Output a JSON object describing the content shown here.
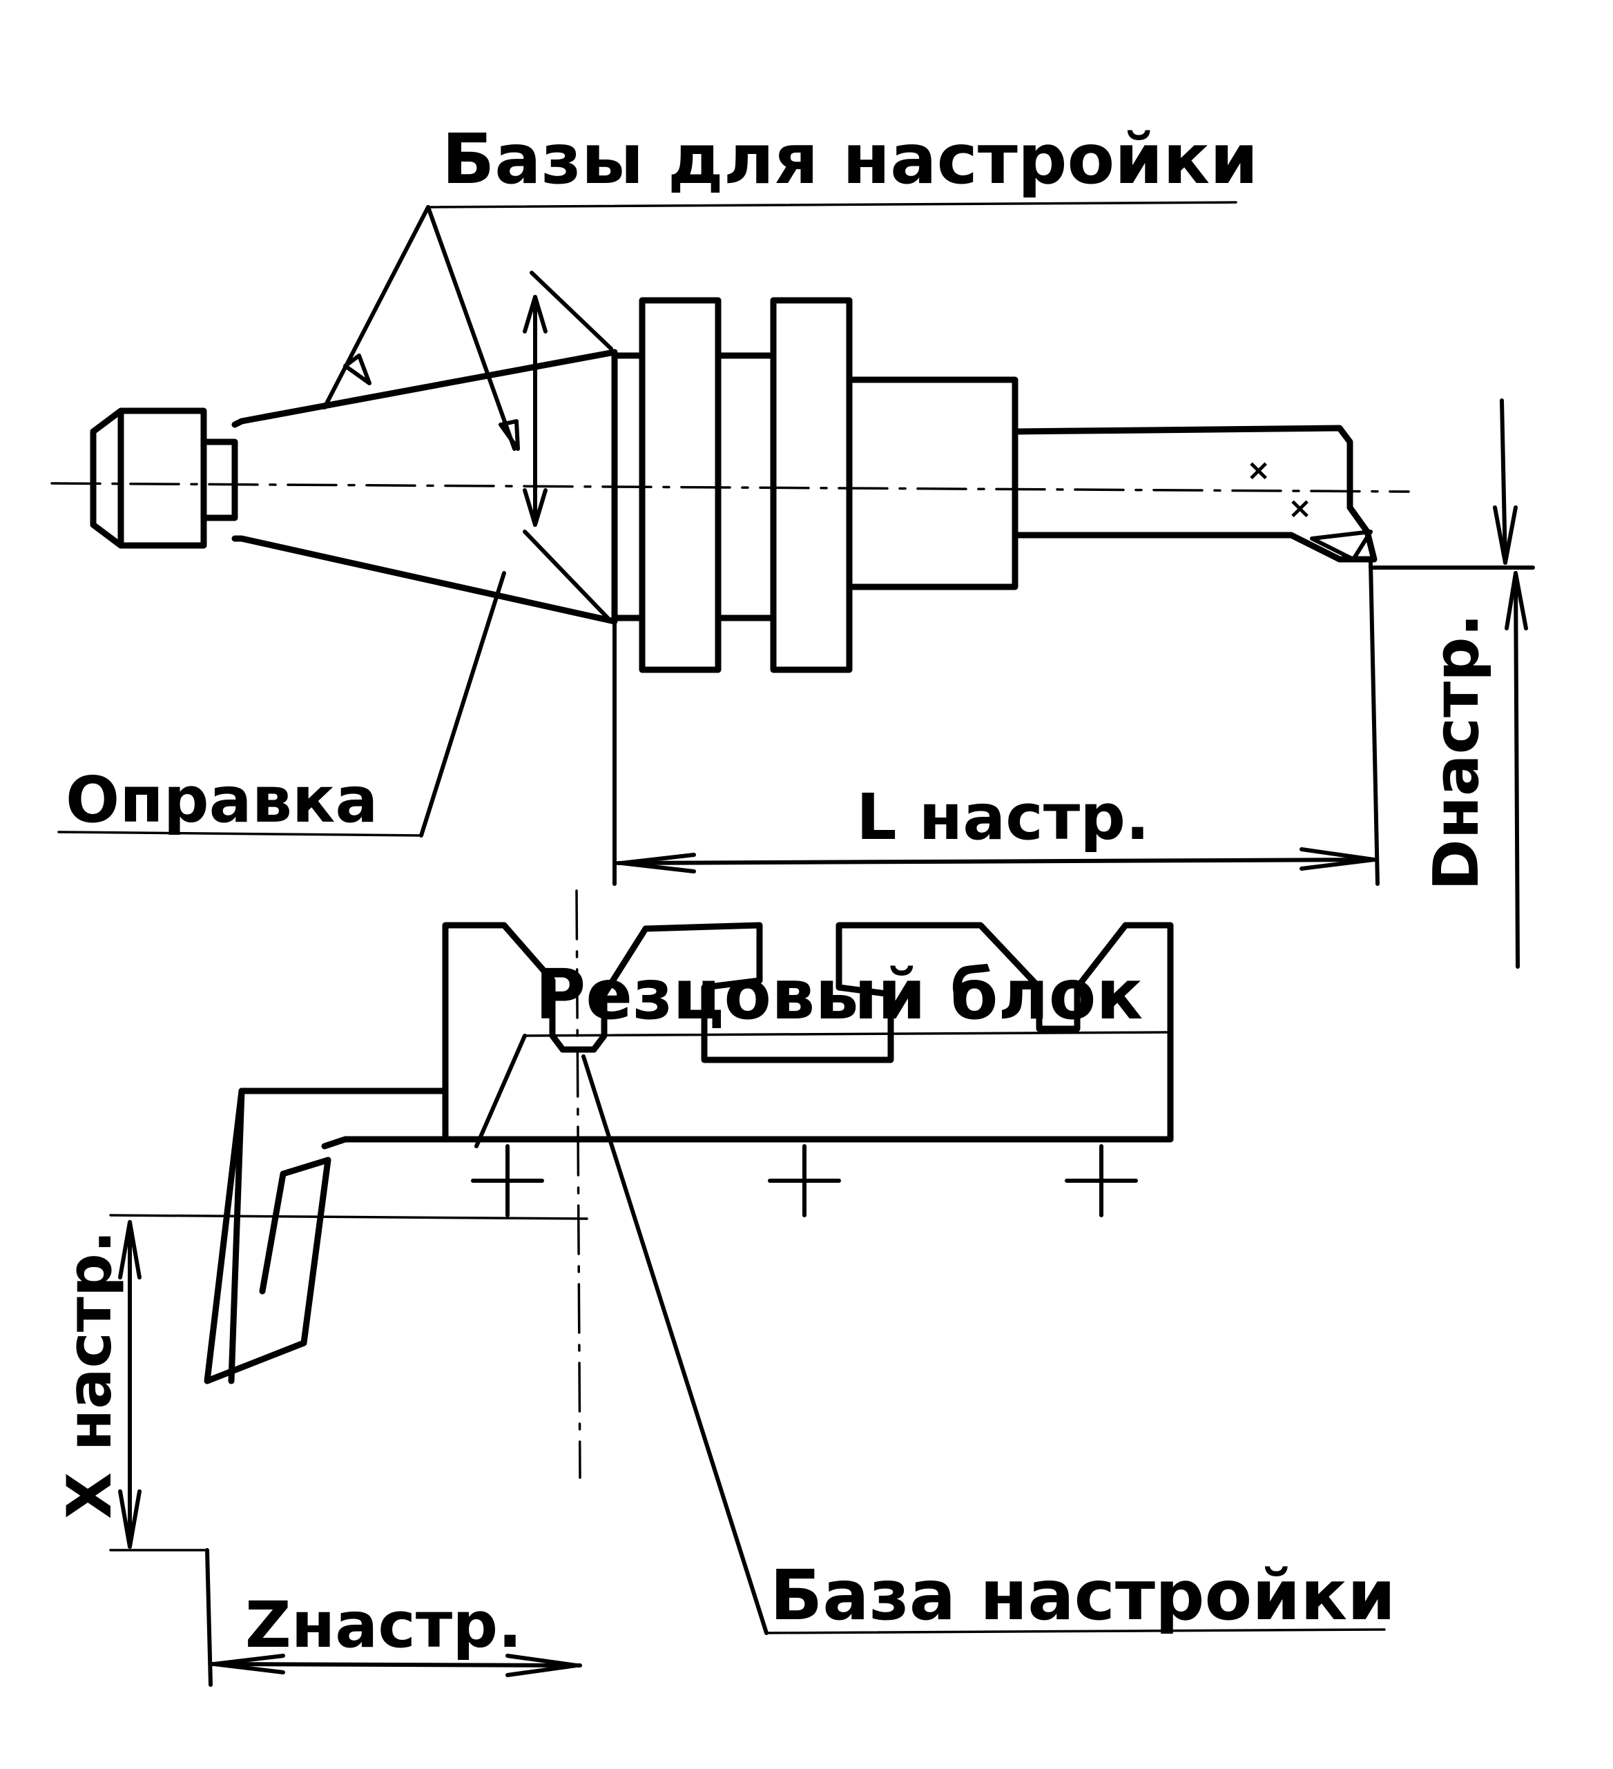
{
  "labels": {
    "setup_bases": "Базы для настройки",
    "arbor": "Оправка",
    "l_setup": "L настр.",
    "d_setup": "Dнастр.",
    "cutter_block": "Резцовый блок",
    "x_setup": "X настр.",
    "z_setup": "Zнастр.",
    "setup_base": "База настройки"
  }
}
